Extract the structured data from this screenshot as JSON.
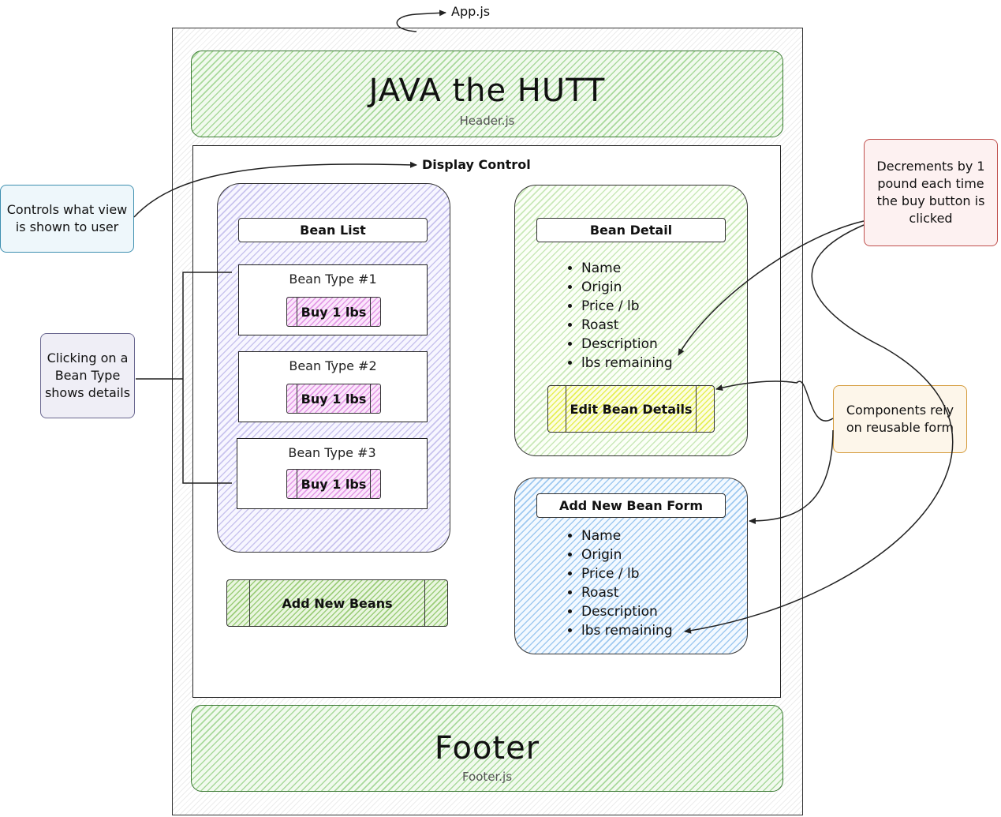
{
  "app_file": "App.js",
  "header": {
    "title": "JAVA the HUTT",
    "file": "Header.js"
  },
  "footer": {
    "title": "Footer",
    "file": "Footer.js"
  },
  "display_control": {
    "label": "Display Control"
  },
  "bean_list": {
    "title": "Bean List",
    "items": [
      {
        "name": "Bean Type #1",
        "button": "Buy 1 lbs"
      },
      {
        "name": "Bean Type #2",
        "button": "Buy 1 lbs"
      },
      {
        "name": "Bean Type #3",
        "button": "Buy 1 lbs"
      }
    ],
    "add_button": "Add New Beans"
  },
  "bean_detail": {
    "title": "Bean Detail",
    "fields": [
      "Name",
      "Origin",
      "Price / lb",
      "Roast",
      "Description",
      "lbs remaining"
    ],
    "edit_button": "Edit Bean Details"
  },
  "bean_form": {
    "title": "Add New Bean Form",
    "fields": [
      "Name",
      "Origin",
      "Price / lb",
      "Roast",
      "Description",
      "lbs remaining"
    ]
  },
  "notes": {
    "display_control": "Controls what view is shown to user",
    "bean_type": "Clicking on a Bean Type shows details",
    "decrement": "Decrements by 1 pound each time the buy button is clicked",
    "reusable_form": "Components rely on reusable form"
  },
  "colors": {
    "header_footer": "#a9d99c",
    "bean_list_panel": "#c9c4ee",
    "bean_detail_panel": "#c9e8b8",
    "bean_form_panel": "#9fc9f0",
    "buy_button": "#e39ae6",
    "edit_button": "#e7ef55",
    "add_button": "#9ccd7a"
  }
}
